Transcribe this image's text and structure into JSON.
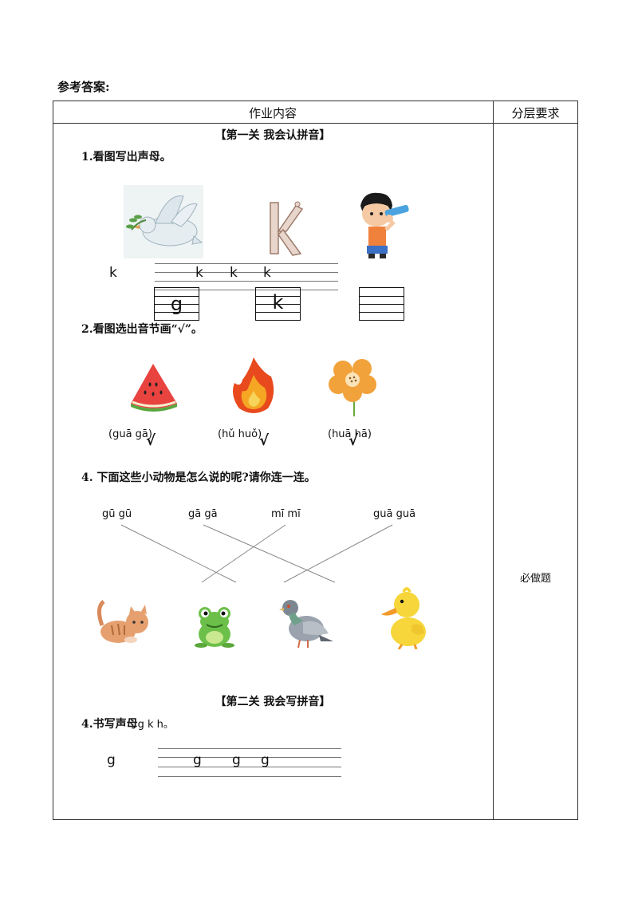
{
  "heading": "参考答案:",
  "table": {
    "col_content": "作业内容",
    "col_requirement": "分层要求",
    "requirement_value": "必做题"
  },
  "level1": {
    "title": "【第一关  我会认拼音】",
    "q1": {
      "text": "1.看图写出声母。",
      "example_letter": "k",
      "trace_letters": [
        "k",
        "k",
        "k"
      ],
      "answers": [
        "g",
        "k",
        ""
      ],
      "images": [
        "dove-image",
        "letter-k-image",
        "boy-drinking-image"
      ]
    },
    "q2": {
      "text": "2.看图选出音节画“√”。",
      "check": "√",
      "items": [
        {
          "image": "watermelon-image",
          "options": "(guā   gā)"
        },
        {
          "image": "fire-image",
          "options": "(hǔ   huǒ)"
        },
        {
          "image": "flower-image",
          "options": "(huā   hā)"
        }
      ]
    },
    "q4": {
      "text": "4.   下面这些小动物是怎么说的呢?请你连一连。",
      "sounds": [
        "gū  gū",
        "gā  gā",
        "mī  mī",
        "guā  guā"
      ],
      "animals": [
        "cat-image",
        "frog-image",
        "pigeon-image",
        "duck-image"
      ]
    }
  },
  "level2": {
    "title": "【第二关  我会写拼音】",
    "q4": {
      "text": "4.书写声母",
      "letters": "g k h。",
      "example_letter": "g",
      "trace_letters": [
        "g",
        "g",
        "g"
      ]
    }
  }
}
